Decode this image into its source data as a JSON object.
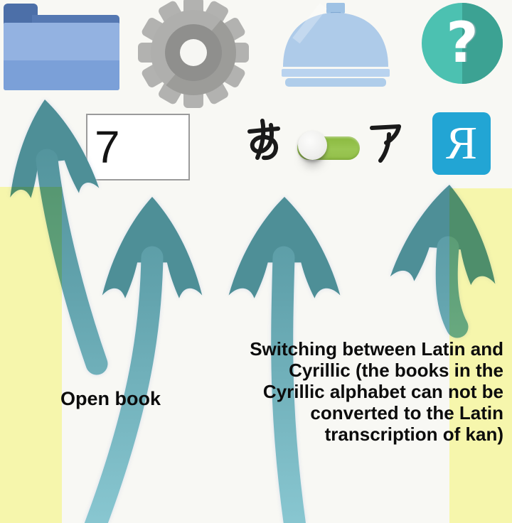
{
  "page": {
    "background": "#F8F8F4"
  },
  "toolbar": {
    "folder_icon": {
      "name": "folder",
      "color": "#93B2E1"
    },
    "gear_icon": {
      "name": "settings-gear",
      "color": "#AFAFAD"
    },
    "bell_icon": {
      "name": "service-bell",
      "color": "#AECBE9"
    },
    "help_icon": {
      "name": "help",
      "glyph": "?",
      "color": "#4CC1B1"
    }
  },
  "controls": {
    "number_input": {
      "value": "7"
    },
    "kana_toggle": {
      "left_label": "あ",
      "right_label": "ア",
      "state": "left",
      "track_color": "#93C04A"
    },
    "cyrillic_button": {
      "label": "Я",
      "background": "#22A5D4"
    }
  },
  "annotations": {
    "open_book_label": "Open book",
    "switching_label": "Switching between Latin and\nCyrillic (the books in the\nCyrillic alphabet can not be\nconverted to the Latin\ntranscription of kan)",
    "highlight_color": "#FDFDB4",
    "arrow_color_head": "#4E8F97",
    "arrow_color_tail": "#8AC8D2"
  }
}
